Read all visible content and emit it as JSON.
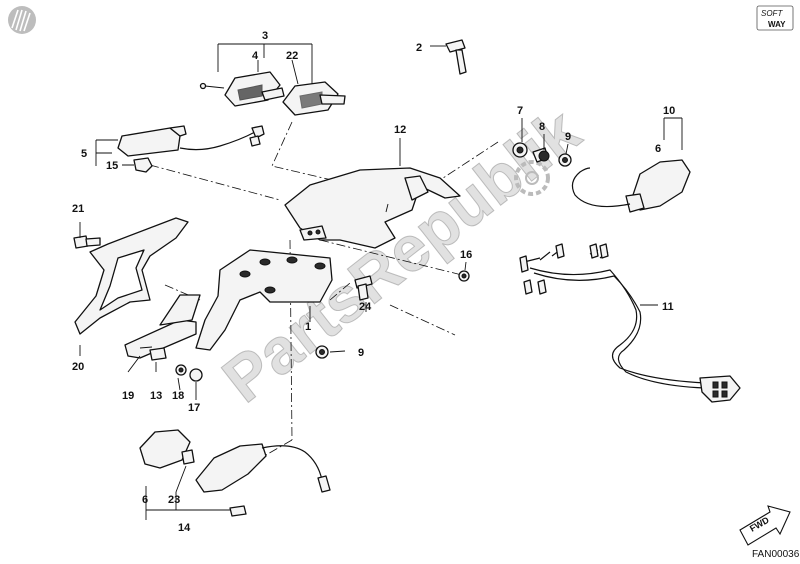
{
  "diagram": {
    "watermark": "PartsRepublik",
    "fig_code": "FAN00036",
    "fwd_label": "FWD",
    "logo_text": [
      "SOFT",
      "WAY"
    ],
    "callouts": [
      {
        "id": "c3",
        "text": "3"
      },
      {
        "id": "c4",
        "text": "4"
      },
      {
        "id": "c22",
        "text": "22"
      },
      {
        "id": "c2",
        "text": "2"
      },
      {
        "id": "c12",
        "text": "12"
      },
      {
        "id": "c7",
        "text": "7"
      },
      {
        "id": "c8",
        "text": "8"
      },
      {
        "id": "c9a",
        "text": "9"
      },
      {
        "id": "c10",
        "text": "10"
      },
      {
        "id": "c6a",
        "text": "6"
      },
      {
        "id": "c5",
        "text": "5"
      },
      {
        "id": "c15",
        "text": "15"
      },
      {
        "id": "c21",
        "text": "21"
      },
      {
        "id": "c16",
        "text": "16"
      },
      {
        "id": "c24",
        "text": "24"
      },
      {
        "id": "c1",
        "text": "1"
      },
      {
        "id": "c11",
        "text": "11"
      },
      {
        "id": "c9b",
        "text": "9"
      },
      {
        "id": "c20",
        "text": "20"
      },
      {
        "id": "c19",
        "text": "19"
      },
      {
        "id": "c13",
        "text": "13"
      },
      {
        "id": "c18",
        "text": "18"
      },
      {
        "id": "c17",
        "text": "17"
      },
      {
        "id": "c6b",
        "text": "6"
      },
      {
        "id": "c23",
        "text": "23"
      },
      {
        "id": "c14",
        "text": "14"
      }
    ]
  }
}
